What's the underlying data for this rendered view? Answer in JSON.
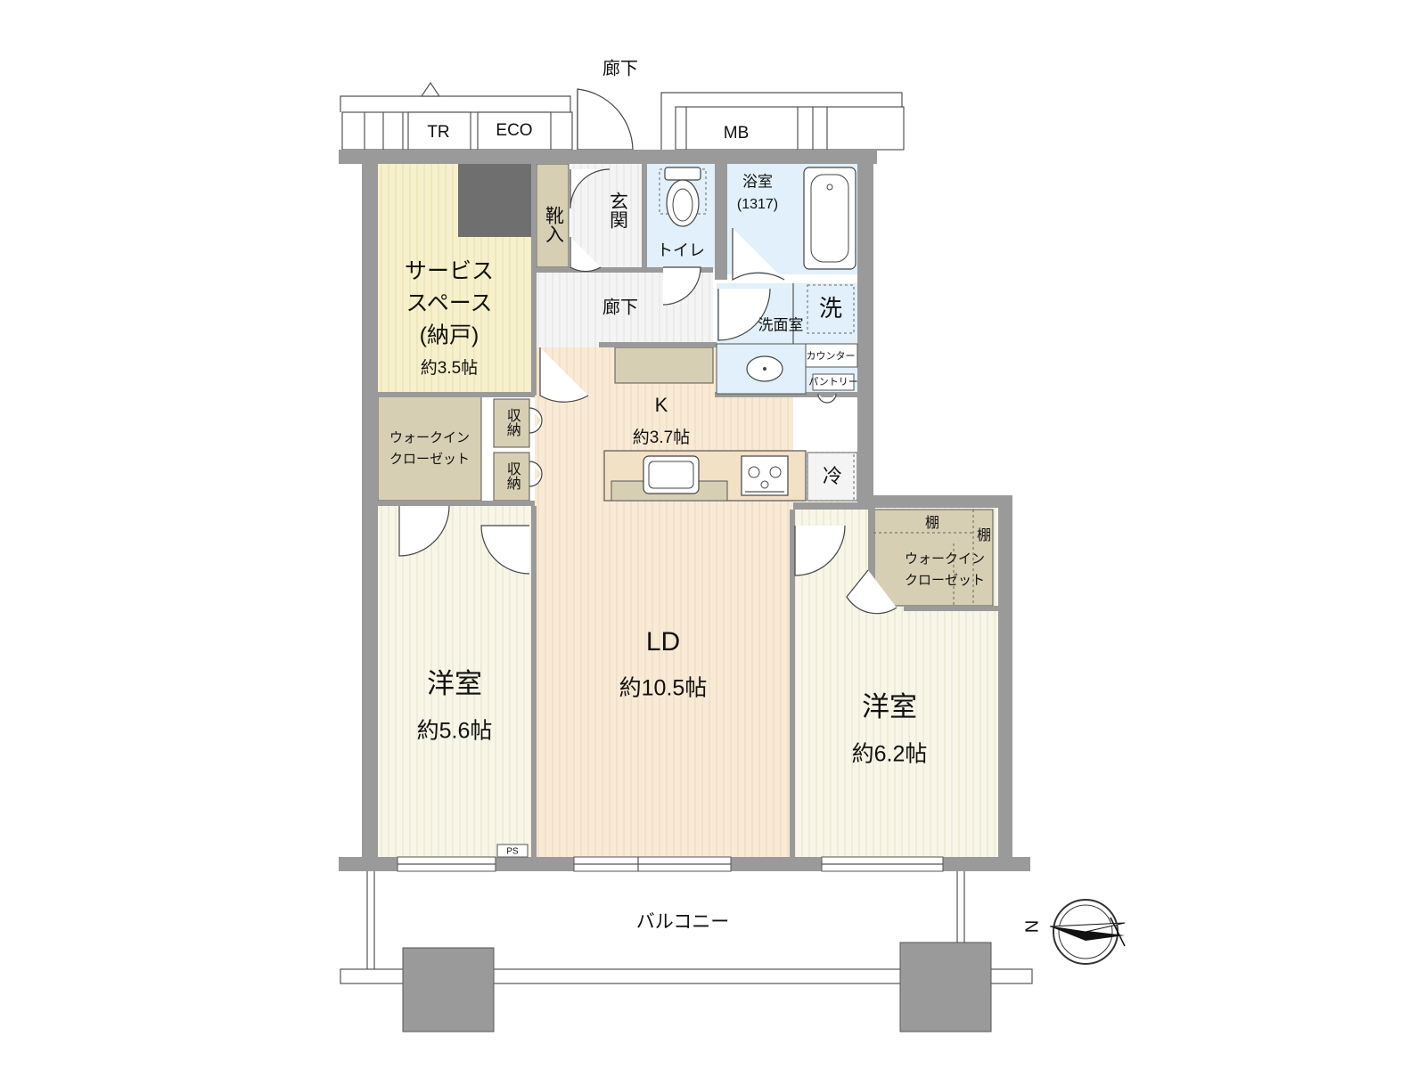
{
  "labels": {
    "corridor_top": "廊下",
    "tr": "TR",
    "eco": "ECO",
    "mb": "MB",
    "entrance": "玄関",
    "shoe": "靴入",
    "toilet": "トイレ",
    "bath": "浴室",
    "bath_size": "(1317)",
    "corridor": "廊下",
    "wash": "洗",
    "washroom": "洗面室",
    "counter": "カウンター",
    "pantry": "パントリー",
    "service_space_1": "サービス",
    "service_space_2": "スペース",
    "service_space_3": "(納戸)",
    "service_size": "約3.5帖",
    "storage_1": "収納",
    "storage_2": "収納",
    "wic_left_1": "ウォークイン",
    "wic_left_2": "クローゼット",
    "kitchen": "K",
    "kitchen_size": "約3.7帖",
    "fridge": "冷",
    "shelf_1": "棚",
    "shelf_2": "棚",
    "wic_right_1": "ウォークイン",
    "wic_right_2": "クローゼット",
    "ld": "LD",
    "ld_size": "約10.5帖",
    "western_left": "洋室",
    "western_left_size": "約5.6帖",
    "western_right": "洋室",
    "western_right_size": "約6.2帖",
    "ps": "PS",
    "balcony": "バルコニー",
    "north": "N"
  },
  "colors": {
    "wall": "#9a9a9a",
    "service_floor": "#f6f1cc",
    "storage": "#d7cfb4",
    "western_floor": "#f8f6e8",
    "ld_floor": "#f9ead6",
    "wet_area": "#e1f0fa",
    "corridor_floor": "#f2f2f2"
  },
  "icons": [
    "compass-icon",
    "toilet-icon",
    "bathtub-icon",
    "sink-icon",
    "stove-icon",
    "kitchen-sink-icon"
  ]
}
